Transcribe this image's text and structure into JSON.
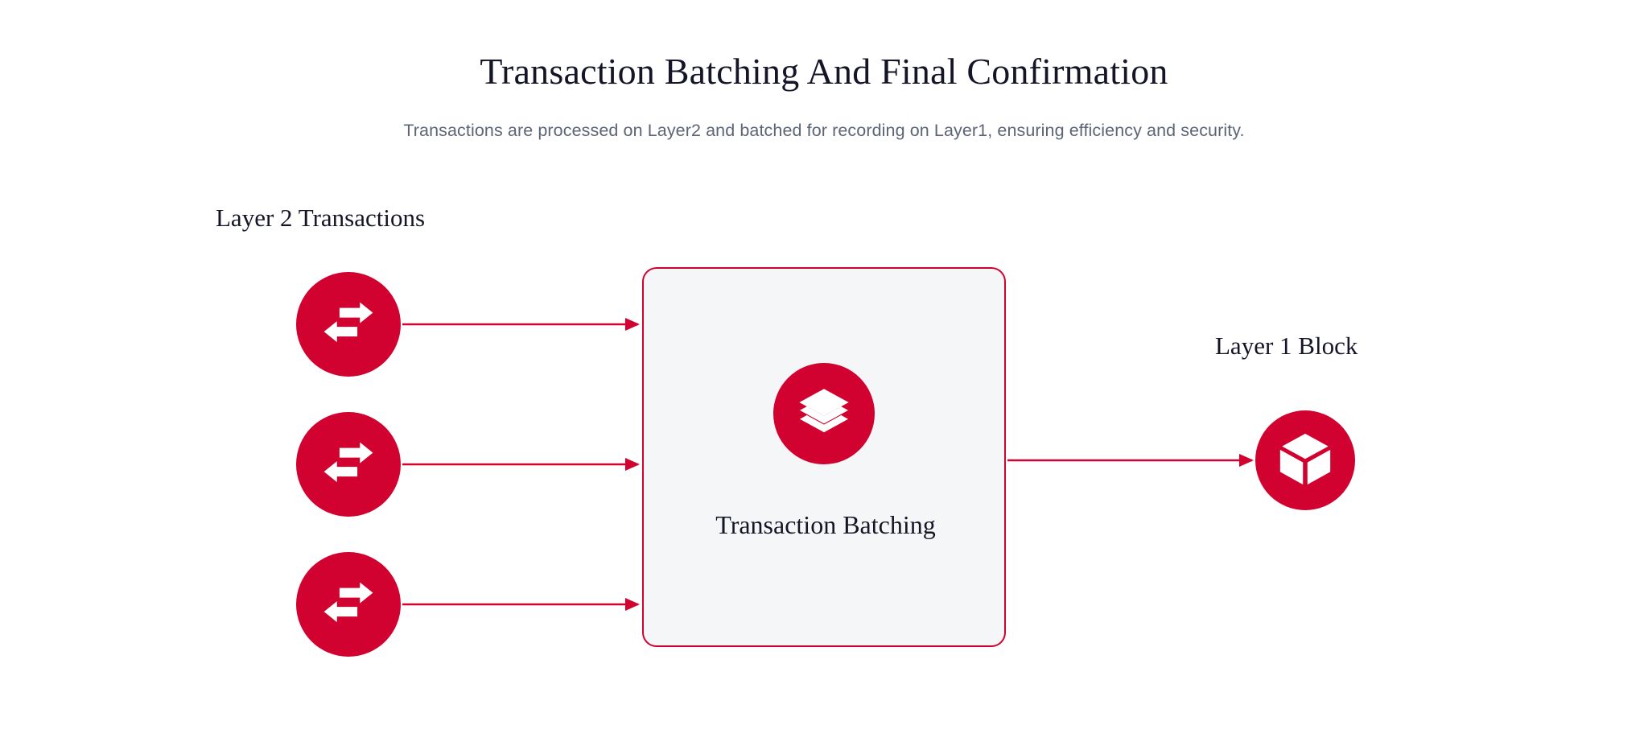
{
  "header": {
    "title": "Transaction Batching And Final Confirmation",
    "subtitle": "Transactions are processed on Layer2 and batched for recording on Layer1, ensuring efficiency and security."
  },
  "theme": {
    "accent": "#D1022F",
    "box_fill": "#F5F6F8",
    "text_dark": "#141627",
    "text_muted": "#5C6575",
    "background": "#FFFFFF"
  },
  "diagram": {
    "type": "flow",
    "groups": {
      "left": {
        "label": "Layer 2 Transactions"
      },
      "right": {
        "label": "Layer 1 Block"
      }
    },
    "inputs": [
      {
        "id": "tx-1",
        "icon": "exchange-arrows-icon",
        "label": ""
      },
      {
        "id": "tx-2",
        "icon": "exchange-arrows-icon",
        "label": ""
      },
      {
        "id": "tx-3",
        "icon": "exchange-arrows-icon",
        "label": ""
      }
    ],
    "process": {
      "id": "transaction-batching",
      "label": "Transaction Batching",
      "icon": "layers-stack-icon"
    },
    "output": {
      "id": "layer1-block",
      "label": "Layer 1 Block",
      "icon": "cube-block-icon"
    },
    "connectors": [
      {
        "from": "tx-1",
        "to": "transaction-batching",
        "style": "arrow"
      },
      {
        "from": "tx-2",
        "to": "transaction-batching",
        "style": "arrow"
      },
      {
        "from": "tx-3",
        "to": "transaction-batching",
        "style": "arrow"
      },
      {
        "from": "transaction-batching",
        "to": "layer1-block",
        "style": "arrow"
      }
    ]
  }
}
